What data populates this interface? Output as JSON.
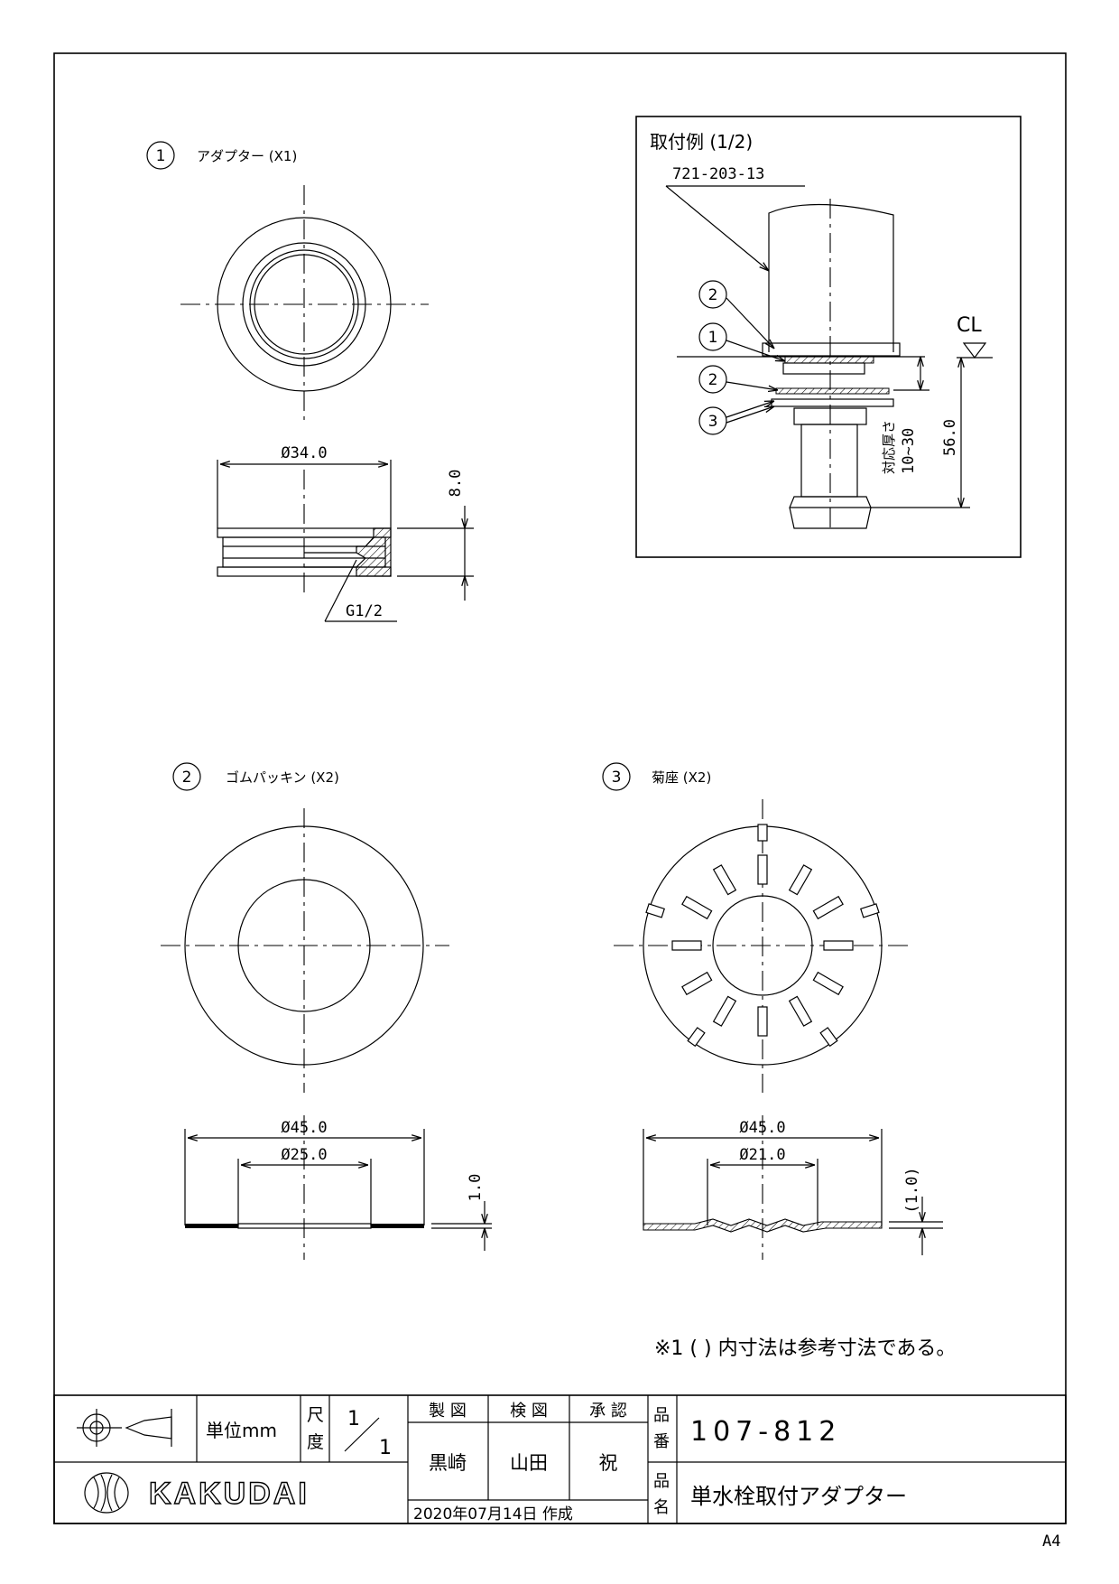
{
  "parts": [
    {
      "num": "1",
      "label": "アダプター (X1)"
    },
    {
      "num": "2",
      "label": "ゴムパッキン (X2)"
    },
    {
      "num": "3",
      "label": "菊座  (X2)"
    }
  ],
  "dims": {
    "p1_dia": "Ø34.0",
    "p1_height": "8.0",
    "p1_thread": "G1/2",
    "p2_outer": "Ø45.0",
    "p2_inner": "Ø25.0",
    "p2_thick": "1.0",
    "p3_outer": "Ø45.0",
    "p3_inner": "Ø21.0",
    "p3_thick": "(1.0)"
  },
  "example": {
    "title": "取付例 (1/2)",
    "part_no": "721-203-13",
    "cl": "CL",
    "thickness_range_label": "対応厚さ",
    "thickness_range": "10~30",
    "height": "56.0",
    "callouts": [
      "2",
      "1",
      "2",
      "3"
    ]
  },
  "note": "※1  ( ) 内寸法は参考寸法である。",
  "title_block": {
    "unit": "単位mm",
    "scale_label": [
      "尺",
      "度"
    ],
    "scale": [
      "1",
      "1"
    ],
    "drawn_h": "製 図",
    "checked_h": "検 図",
    "approved_h": "承 認",
    "drawn": "黒崎",
    "checked": "山田",
    "approved": "祝",
    "date": "2020年07月14日 作成",
    "part_no_label": [
      "品",
      "番"
    ],
    "part_no": "107-812",
    "name_label": [
      "品",
      "名"
    ],
    "name": "単水栓取付アダプター",
    "company": "KAKUDAI",
    "paper": "A4"
  }
}
